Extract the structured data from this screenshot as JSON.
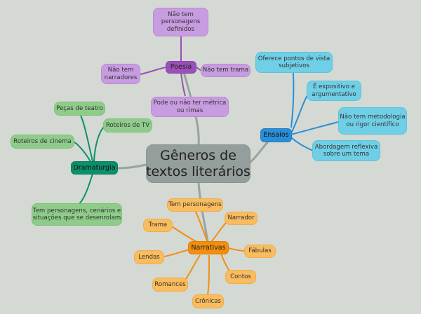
{
  "center": {
    "line1": "Gêneros de",
    "line2": "textos literários"
  },
  "branches": {
    "poesia": {
      "label": "Poesia",
      "leaves": [
        {
          "lines": [
            "Não tem",
            "personagens",
            "definidos"
          ]
        },
        {
          "lines": [
            "Não tem trama"
          ]
        },
        {
          "lines": [
            "Não tem",
            "narradores"
          ]
        },
        {
          "lines": [
            "Pode ou não ter métrica",
            "ou rimas"
          ]
        }
      ]
    },
    "ensaios": {
      "label": "Ensaios",
      "leaves": [
        {
          "lines": [
            "Oferece pontos de vista",
            "subjetivos"
          ]
        },
        {
          "lines": [
            "É expositivo e",
            "argumentativo"
          ]
        },
        {
          "lines": [
            "Não tem metodologia",
            "ou rigor científico"
          ]
        },
        {
          "lines": [
            "Abordagem reflexiva",
            "sobre um tema"
          ]
        }
      ]
    },
    "dramaturgia": {
      "label": "Dramaturgia",
      "leaves": [
        {
          "lines": [
            "Peças de teatro"
          ]
        },
        {
          "lines": [
            "Roteiros de TV"
          ]
        },
        {
          "lines": [
            "Roteiros de cinema"
          ]
        },
        {
          "lines": [
            "Tem personagens, cenários e",
            "situações que se desenrolam"
          ]
        }
      ]
    },
    "narrativas": {
      "label": "Narrativas",
      "leaves": [
        {
          "lines": [
            "Tem personagens"
          ]
        },
        {
          "lines": [
            "Narrador"
          ]
        },
        {
          "lines": [
            "Trama"
          ]
        },
        {
          "lines": [
            "Fábulas"
          ]
        },
        {
          "lines": [
            "Lendas"
          ]
        },
        {
          "lines": [
            "Contos"
          ]
        },
        {
          "lines": [
            "Romances"
          ]
        },
        {
          "lines": [
            "Crônicas"
          ]
        }
      ]
    }
  },
  "colors": {
    "poesia": "#9b4fb8",
    "ensaios": "#2a8fd6",
    "dramaturgia": "#0c8f6b",
    "narrativas": "#f28f10",
    "center_link": "#9aa39f"
  }
}
